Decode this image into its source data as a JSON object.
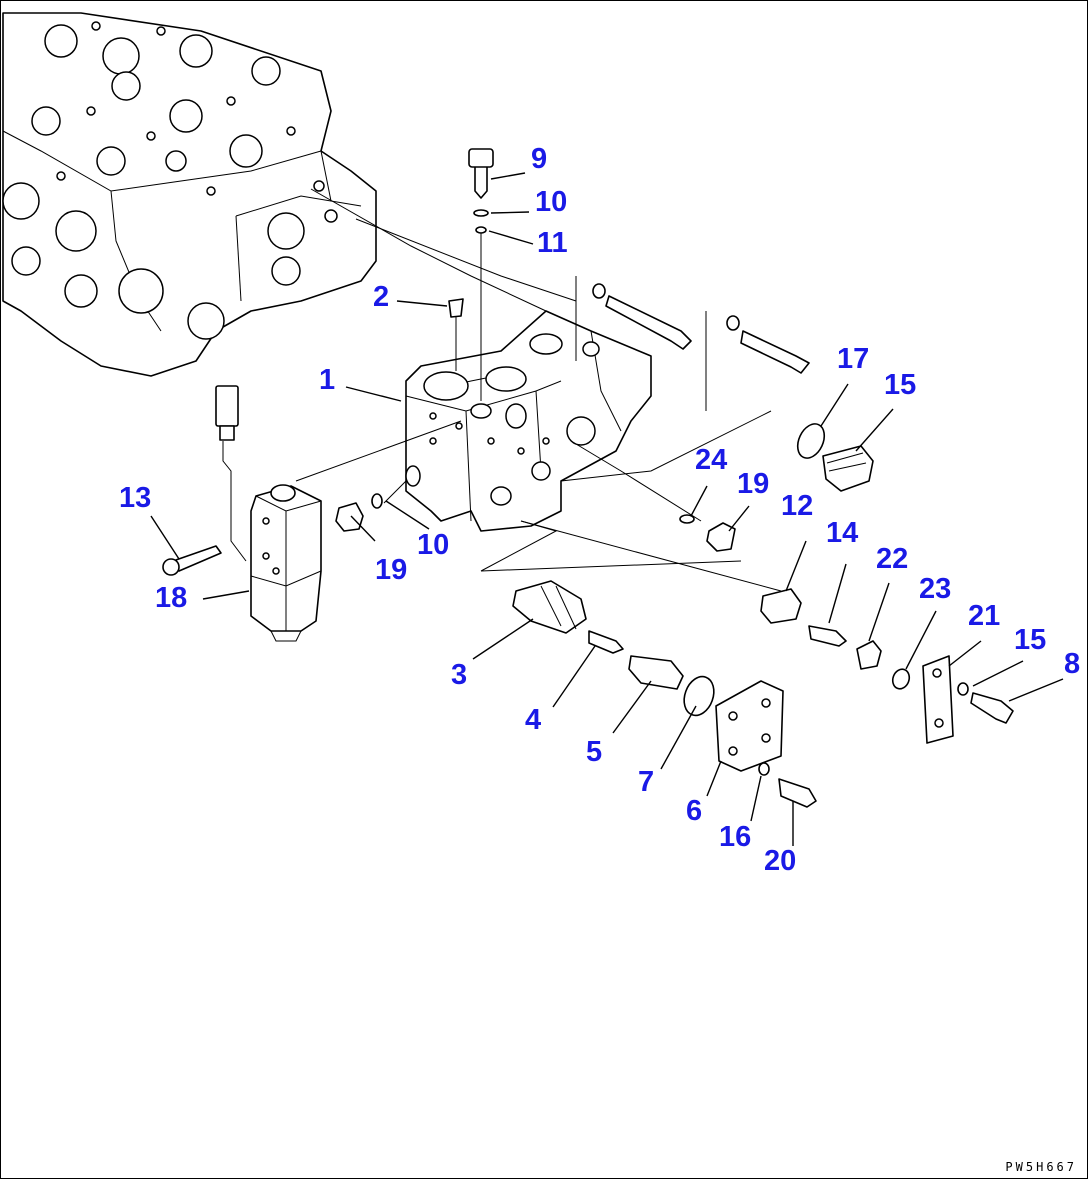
{
  "drawing_code": "PW5H667",
  "callouts": [
    {
      "id": "c1",
      "label": "1"
    },
    {
      "id": "c2",
      "label": "2"
    },
    {
      "id": "c3",
      "label": "3"
    },
    {
      "id": "c4",
      "label": "4"
    },
    {
      "id": "c5",
      "label": "5"
    },
    {
      "id": "c6",
      "label": "6"
    },
    {
      "id": "c7",
      "label": "7"
    },
    {
      "id": "c8",
      "label": "8"
    },
    {
      "id": "c9",
      "label": "9"
    },
    {
      "id": "c10a",
      "label": "10"
    },
    {
      "id": "c10b",
      "label": "10"
    },
    {
      "id": "c11",
      "label": "11"
    },
    {
      "id": "c12",
      "label": "12"
    },
    {
      "id": "c13",
      "label": "13"
    },
    {
      "id": "c14",
      "label": "14"
    },
    {
      "id": "c15a",
      "label": "15"
    },
    {
      "id": "c15b",
      "label": "15"
    },
    {
      "id": "c16",
      "label": "16"
    },
    {
      "id": "c17",
      "label": "17"
    },
    {
      "id": "c18",
      "label": "18"
    },
    {
      "id": "c19a",
      "label": "19"
    },
    {
      "id": "c19b",
      "label": "19"
    },
    {
      "id": "c20",
      "label": "20"
    },
    {
      "id": "c21",
      "label": "21"
    },
    {
      "id": "c22",
      "label": "22"
    },
    {
      "id": "c23",
      "label": "23"
    },
    {
      "id": "c24",
      "label": "24"
    }
  ],
  "colors": {
    "callout": "#1a1ae6",
    "line": "#000000",
    "background": "#ffffff"
  }
}
